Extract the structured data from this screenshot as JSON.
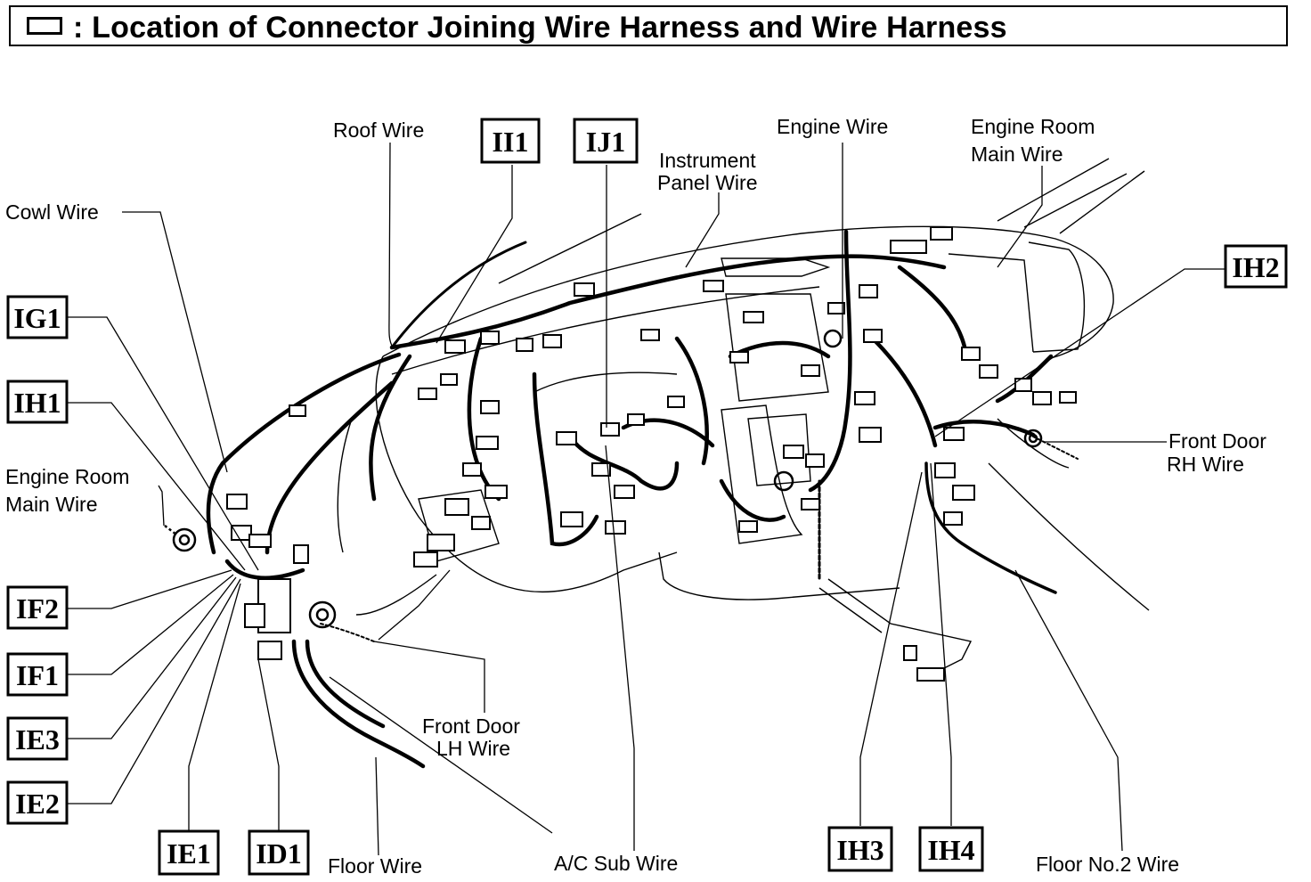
{
  "header": {
    "title": ": Location of Connector Joining Wire Harness and Wire Harness"
  },
  "connectors": {
    "II1": "II1",
    "IJ1": "IJ1",
    "IG1": "IG1",
    "IH1": "IH1",
    "IF2": "IF2",
    "IF1": "IF1",
    "IE3": "IE3",
    "IE2": "IE2",
    "IE1": "IE1",
    "ID1": "ID1",
    "IH2": "IH2",
    "IH3": "IH3",
    "IH4": "IH4"
  },
  "labels": {
    "roof_wire": "Roof Wire",
    "cowl_wire": "Cowl Wire",
    "instrument_panel_line1": "Instrument",
    "instrument_panel_line2": "Panel Wire",
    "engine_wire": "Engine Wire",
    "engine_room_main_r_line1": "Engine Room",
    "engine_room_main_r_line2": "Main Wire",
    "engine_room_main_l_line1": "Engine Room",
    "engine_room_main_l_line2": "Main Wire",
    "front_door_rh_line1": "Front Door",
    "front_door_rh_line2": "RH Wire",
    "front_door_lh_line1": "Front Door",
    "front_door_lh_line2": "LH Wire",
    "floor_wire": "Floor Wire",
    "ac_sub_wire": "A/C Sub Wire",
    "floor_no2_wire": "Floor No.2 Wire"
  }
}
